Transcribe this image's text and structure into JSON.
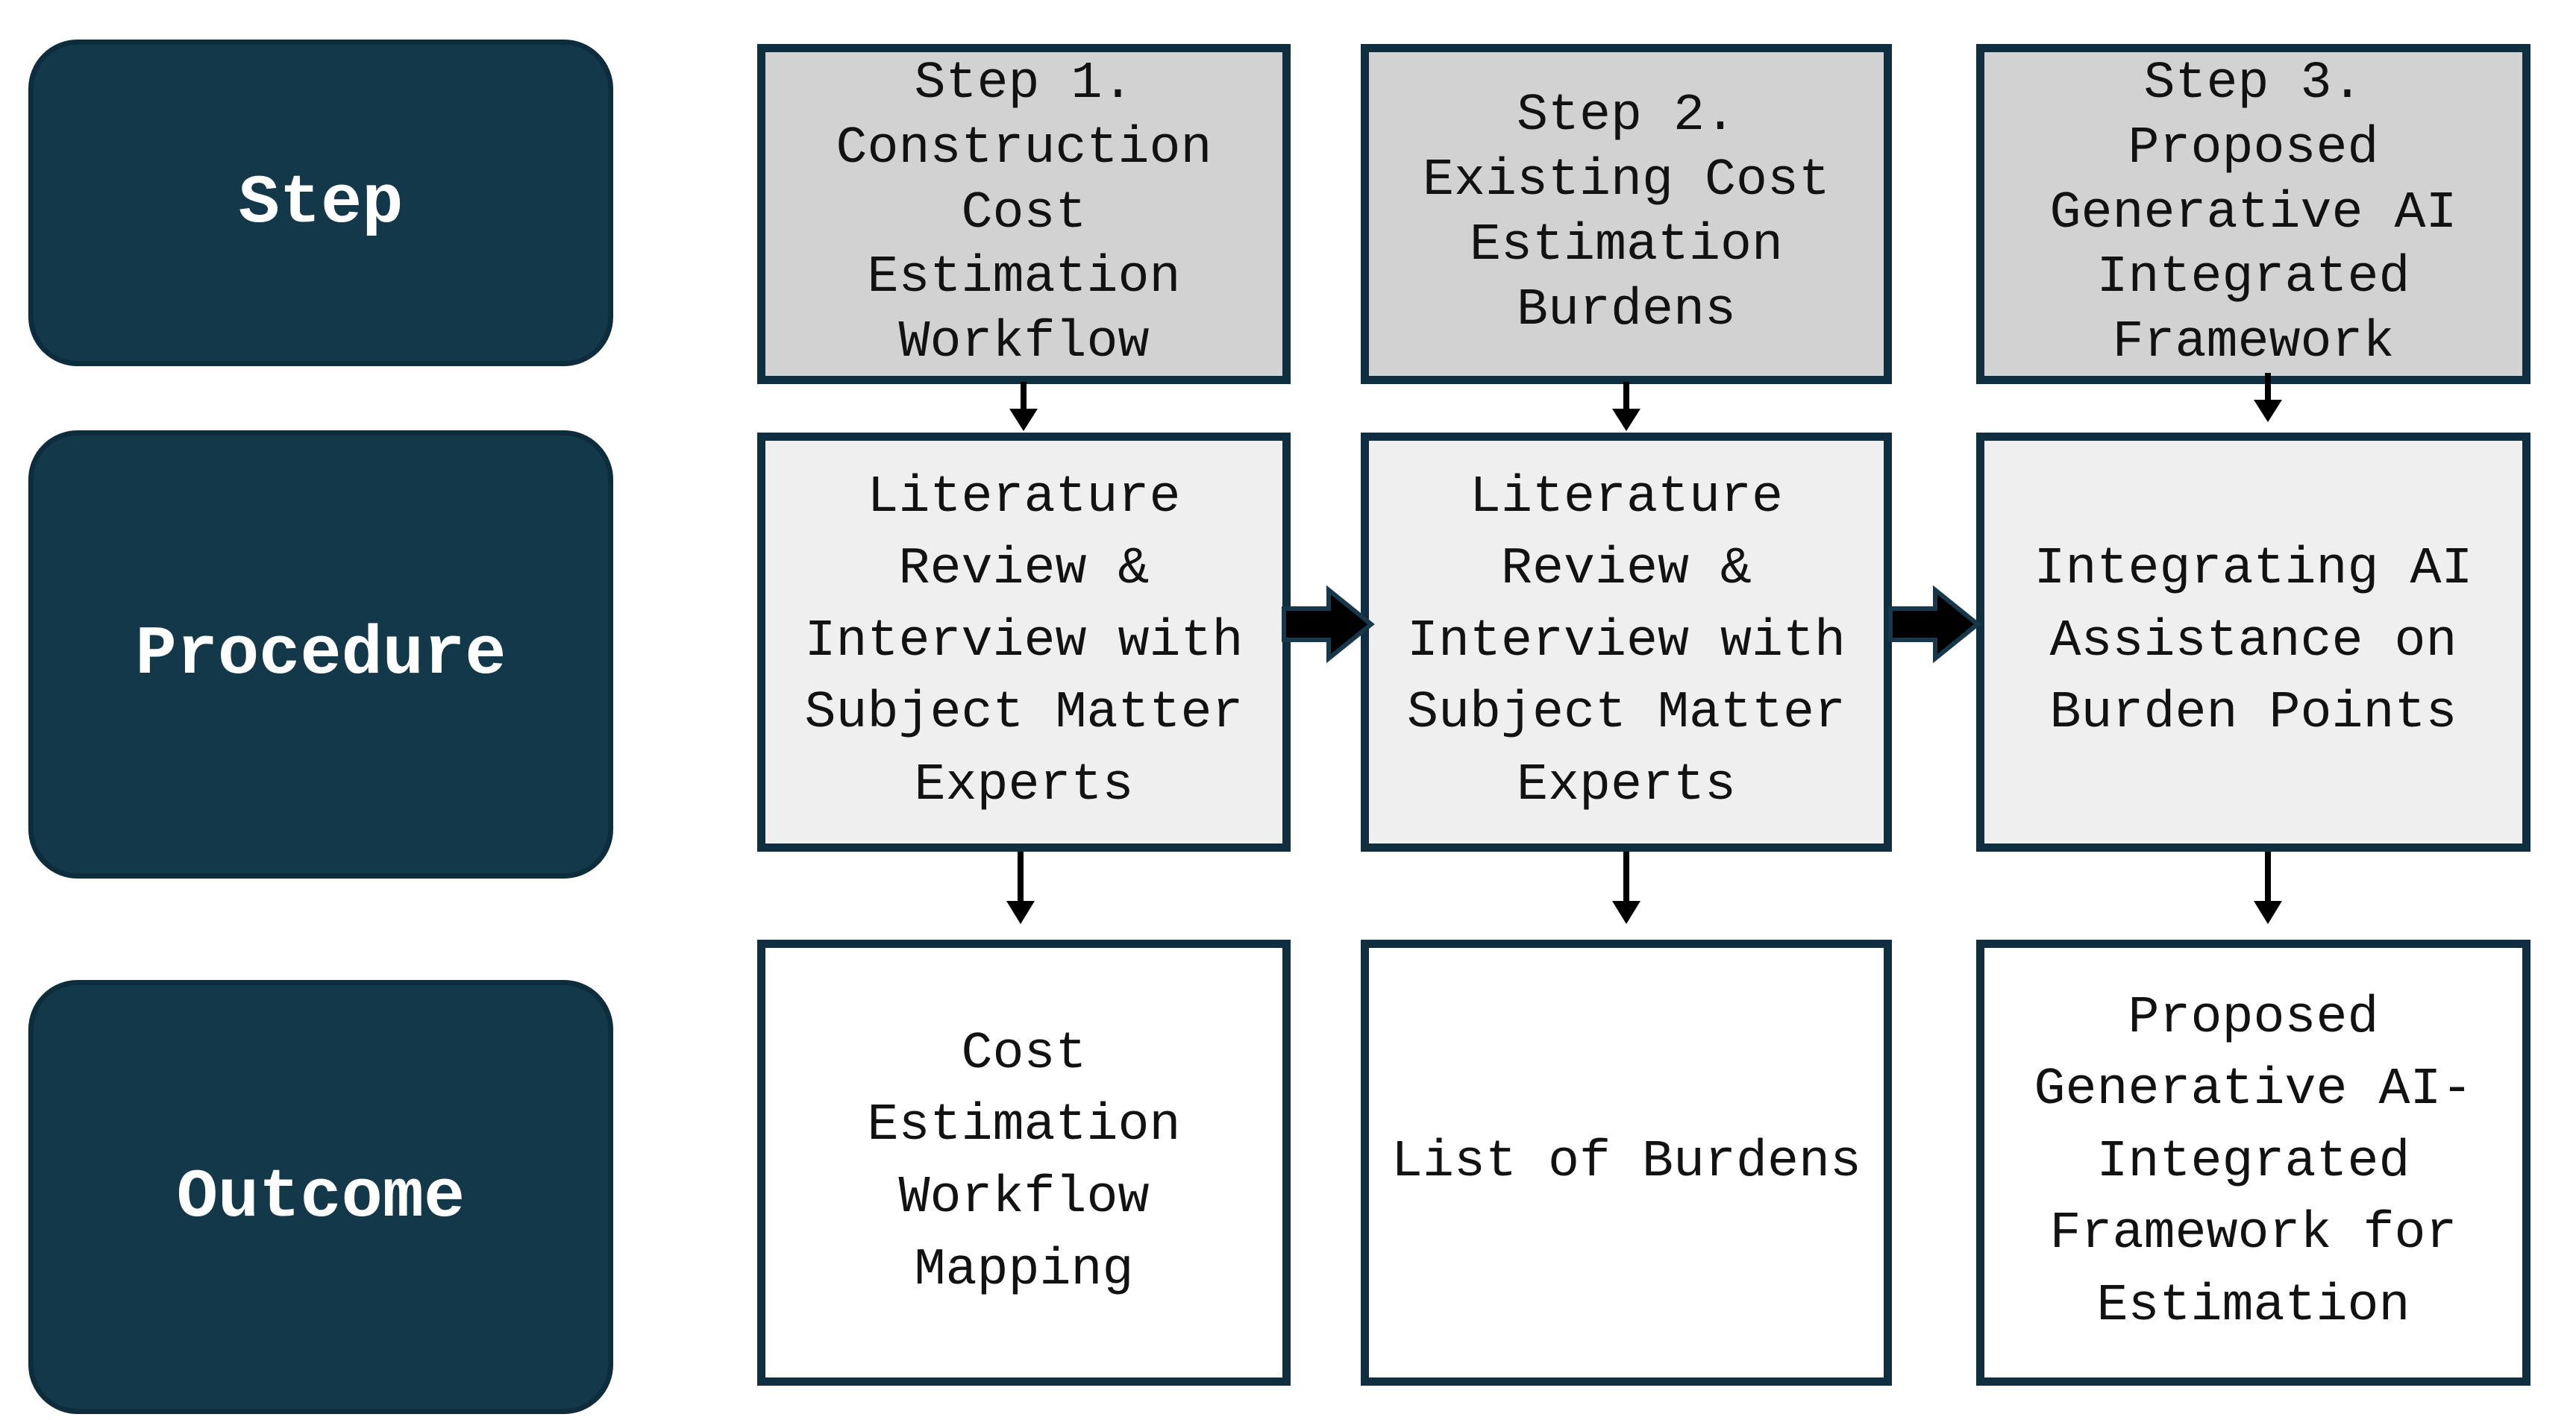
{
  "figure": {
    "kind": "research-methodology-flowchart"
  },
  "rows": {
    "step": {
      "label": "Step",
      "cells": [
        "Step 1.\nConstruction\nCost\nEstimation\nWorkflow",
        "Step 2.\nExisting Cost\nEstimation\nBurdens",
        "Step 3.\nProposed\nGenerative AI\nIntegrated\nFramework"
      ]
    },
    "procedure": {
      "label": "Procedure",
      "cells": [
        "Literature\nReview &\nInterview with\nSubject Matter\nExperts",
        "Literature\nReview &\nInterview with\nSubject Matter\nExperts",
        "Integrating AI\nAssistance on\nBurden Points"
      ]
    },
    "outcome": {
      "label": "Outcome",
      "cells": [
        "Cost\nEstimation\nWorkflow\nMapping",
        "List of Burdens",
        "Proposed\nGenerative AI-\nIntegrated\nFramework for\nEstimation"
      ]
    }
  },
  "icons": {
    "down_arrow": "▼",
    "right_arrow": "►"
  },
  "colors": {
    "navy": "#0f2f40",
    "dark_box_fill": "#12384a",
    "dark_box_border": "#0d2c3c",
    "step_row_fill": "#d2d2d2",
    "procedure_row_fill": "#f0efef",
    "outcome_row_fill": "#ffffff",
    "arrow_fill": "#000000",
    "harrow_stroke": "#16384a",
    "text": "#121212",
    "label_text": "#ffffff"
  }
}
